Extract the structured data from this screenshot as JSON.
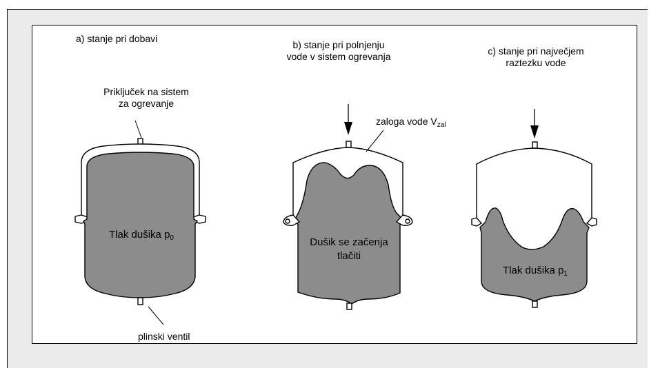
{
  "labels": {
    "state_a": "a) stanje pri dobavi",
    "state_b_line1": "b) stanje pri polnjenju",
    "state_b_line2": "vode v sistem ogrevanja",
    "state_c_line1": "c) stanje pri največjem",
    "state_c_line2": "raztezku  vode",
    "connection_line1": "Priključek na sistem",
    "connection_line2": "za ogrevanje",
    "water_reserve": "zaloga vode V",
    "water_reserve_sub": "zal",
    "gas_valve": "plinski ventil"
  },
  "tank_a": {
    "text": "Tlak dušika p",
    "sub": "0"
  },
  "tank_b": {
    "line1": "Dušik se začenja",
    "line2": "tlačiti"
  },
  "tank_c": {
    "text": "Tlak dušika p",
    "sub": "1"
  },
  "colors": {
    "gas_fill": "#8c8c8c",
    "outer_bg": "#ebebeb",
    "panel_bg": "#ffffff",
    "stroke": "#000000"
  }
}
